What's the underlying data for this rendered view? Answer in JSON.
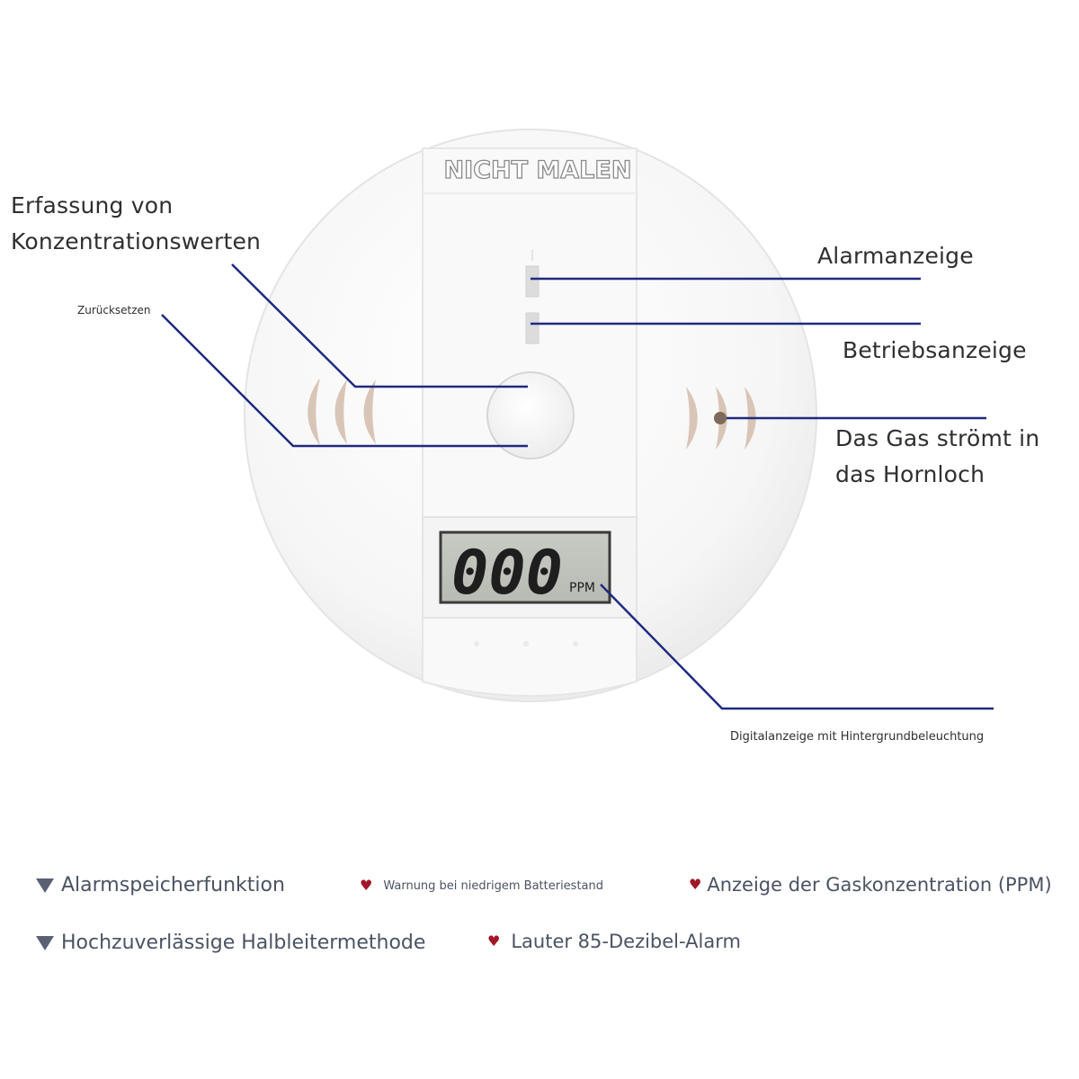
{
  "device": {
    "stamp_text": "NICHT MALEN",
    "display_value": "000",
    "display_unit": "PPM"
  },
  "callouts": {
    "concentration": "Erfassung von\nKonzentrationswerten",
    "reset": "Zurücksetzen",
    "alarm_indicator": "Alarmanzeige",
    "operation_indicator": "Betriebsanzeige",
    "gas_inlet": "Das Gas strömt in\ndas Hornloch",
    "digital_display": "Digitalanzeige mit Hintergrundbeleuchtung"
  },
  "features": {
    "alarm_memory": "Alarmspeicherfunktion",
    "low_battery": "Warnung bei niedrigem Batteriestand",
    "gas_concentration": "Anzeige der Gaskonzentration (PPM)",
    "semiconductor": "Hochzuverlässige Halbleitermethode",
    "loud_alarm": "Lauter 85-Dezibel-Alarm"
  },
  "colors": {
    "leader_line": "#1f2a80",
    "heart": "#a11628",
    "triangle": "#596173"
  },
  "icons": {
    "triangle_bullet": "triangle-down-icon",
    "heart_bullet": "heart-icon"
  }
}
